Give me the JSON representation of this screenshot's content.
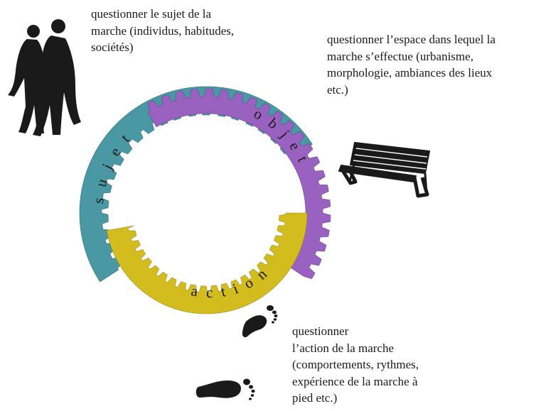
{
  "captions": {
    "sujet": "questionner le sujet de la\nmarche (individus, habitudes,\nsociétés)",
    "objet": "questionner l’espace dans lequel la\nmarche s’effectue (urbanisme,\nmorphologie, ambiances des lieux\netc.)",
    "action": "questionner\nl’action de la marche\n(comportements, rythmes,\nexpérience de la marche à\npied etc.)"
  },
  "rings": [
    {
      "id": "sujet",
      "label": "sujet",
      "color": "#4a98a4"
    },
    {
      "id": "objet",
      "label": "objet",
      "color": "#9a62c0"
    },
    {
      "id": "action",
      "label": "action",
      "color": "#d3bd1e"
    }
  ],
  "icons": {
    "walkers": "two-walking-people-silhouette",
    "bench": "park-bench",
    "footprints": "footprints"
  },
  "colors": {
    "ink": "#1a1a1a",
    "background": "#ffffff"
  }
}
